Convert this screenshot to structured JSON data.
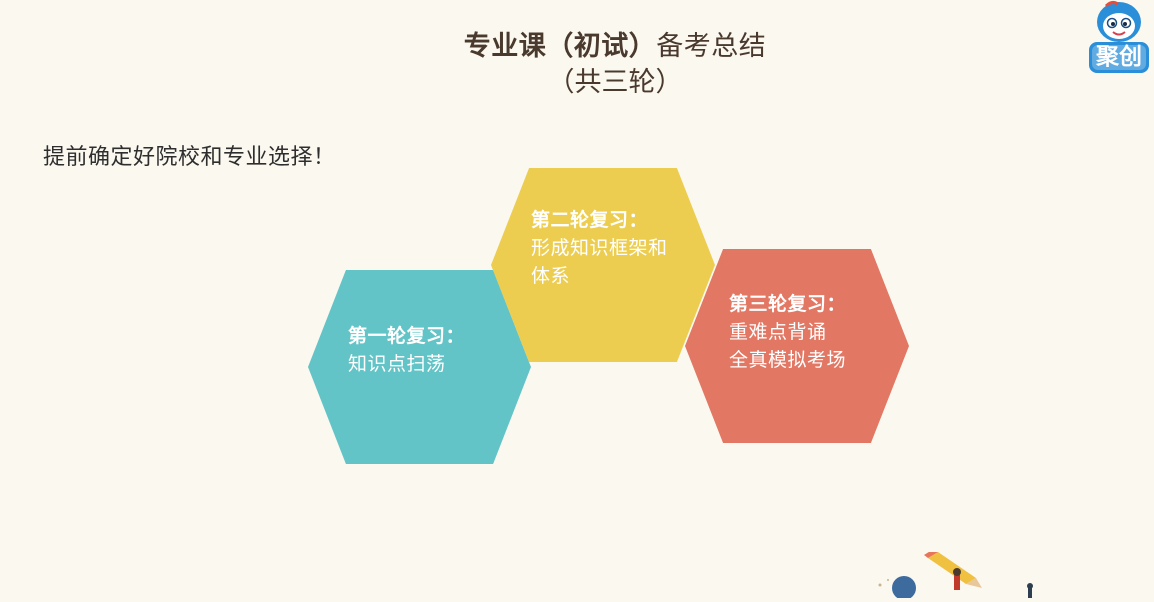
{
  "slide": {
    "title_bold": "专业课（初试）",
    "title_rest": "备考总结",
    "subtitle": "（共三轮）",
    "note": "提前确定好院校和专业选择！"
  },
  "rounds": [
    {
      "heading": "第一轮复习：",
      "lines": [
        "知识点扫荡"
      ],
      "color": "#63c4c7"
    },
    {
      "heading": "第二轮复习：",
      "lines": [
        "形成知识框架和",
        "体系"
      ],
      "color": "#edcd50"
    },
    {
      "heading": "第三轮复习：",
      "lines": [
        "重难点背诵",
        "全真模拟考场"
      ],
      "color": "#e27763"
    }
  ],
  "logo": {
    "text": "聚创",
    "icon": "mascot-logo-icon"
  },
  "decoration": {
    "icon": "pencil-illustration-icon"
  }
}
